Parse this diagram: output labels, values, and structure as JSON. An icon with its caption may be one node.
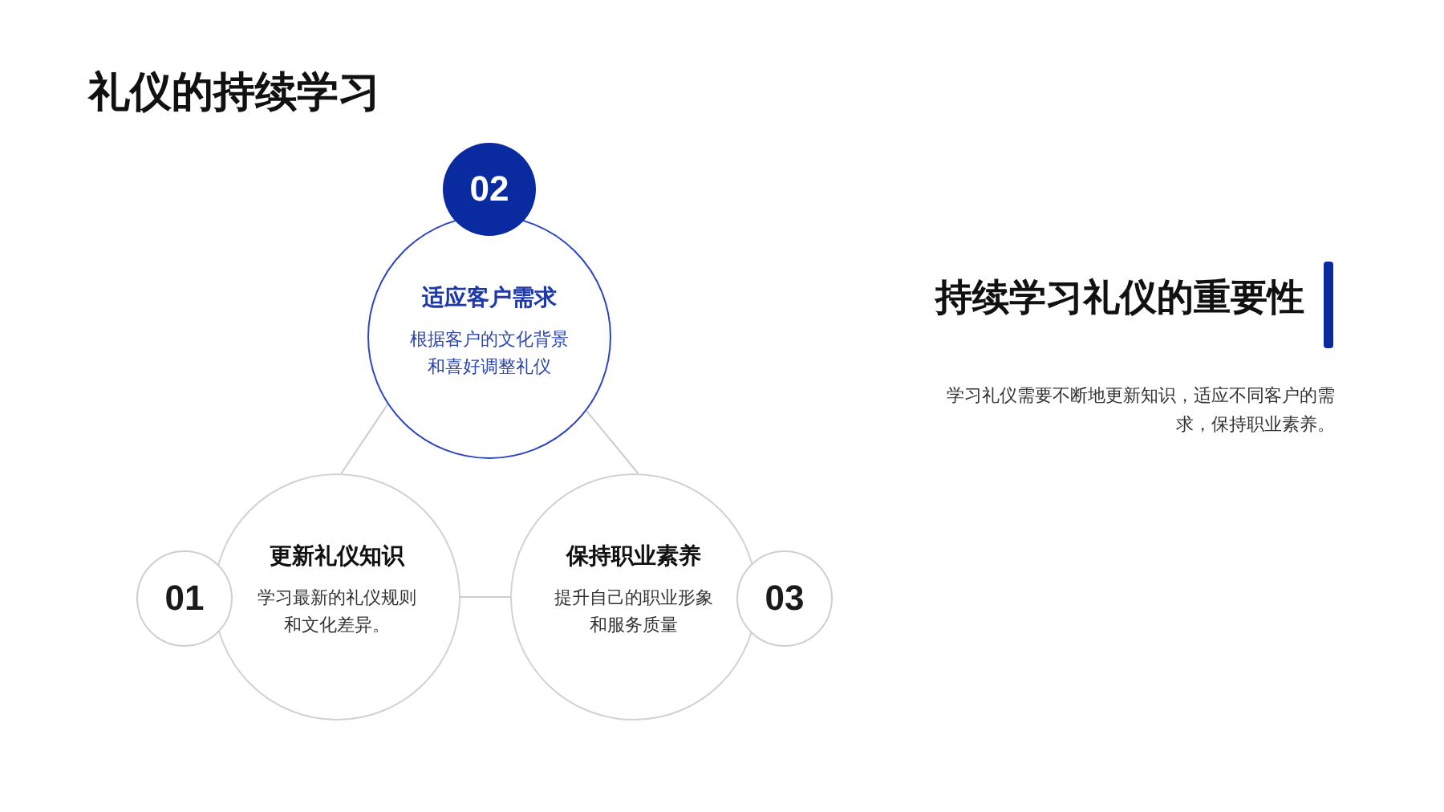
{
  "diagram": {
    "title": "礼仪的持续学习",
    "nodes": [
      {
        "text": [
          "02"
        ]
      },
      {
        "text": [
          "适应客户需求",
          "根据客户的文化背景和喜好调整礼仪"
        ]
      },
      {
        "text": [
          "01"
        ]
      },
      {
        "text": [
          "更新礼仪知识",
          "学习最新的礼仪规则和文化差异。"
        ]
      },
      {
        "text": [
          "保持职业素养",
          "提升自己的职业形象和服务质量"
        ]
      },
      {
        "text": [
          "03"
        ]
      }
    ],
    "edges": [
      {
        "from": 1,
        "to": 3,
        "arrow": "none"
      },
      {
        "from": 1,
        "to": 4,
        "arrow": "none"
      },
      {
        "from": 3,
        "to": 4,
        "arrow": "none"
      }
    ],
    "labels": [
      "持续学习礼仪的重要性",
      "学习礼仪需要不断地更新知识，适应不同客户的需求，保持职业素养。"
    ]
  }
}
